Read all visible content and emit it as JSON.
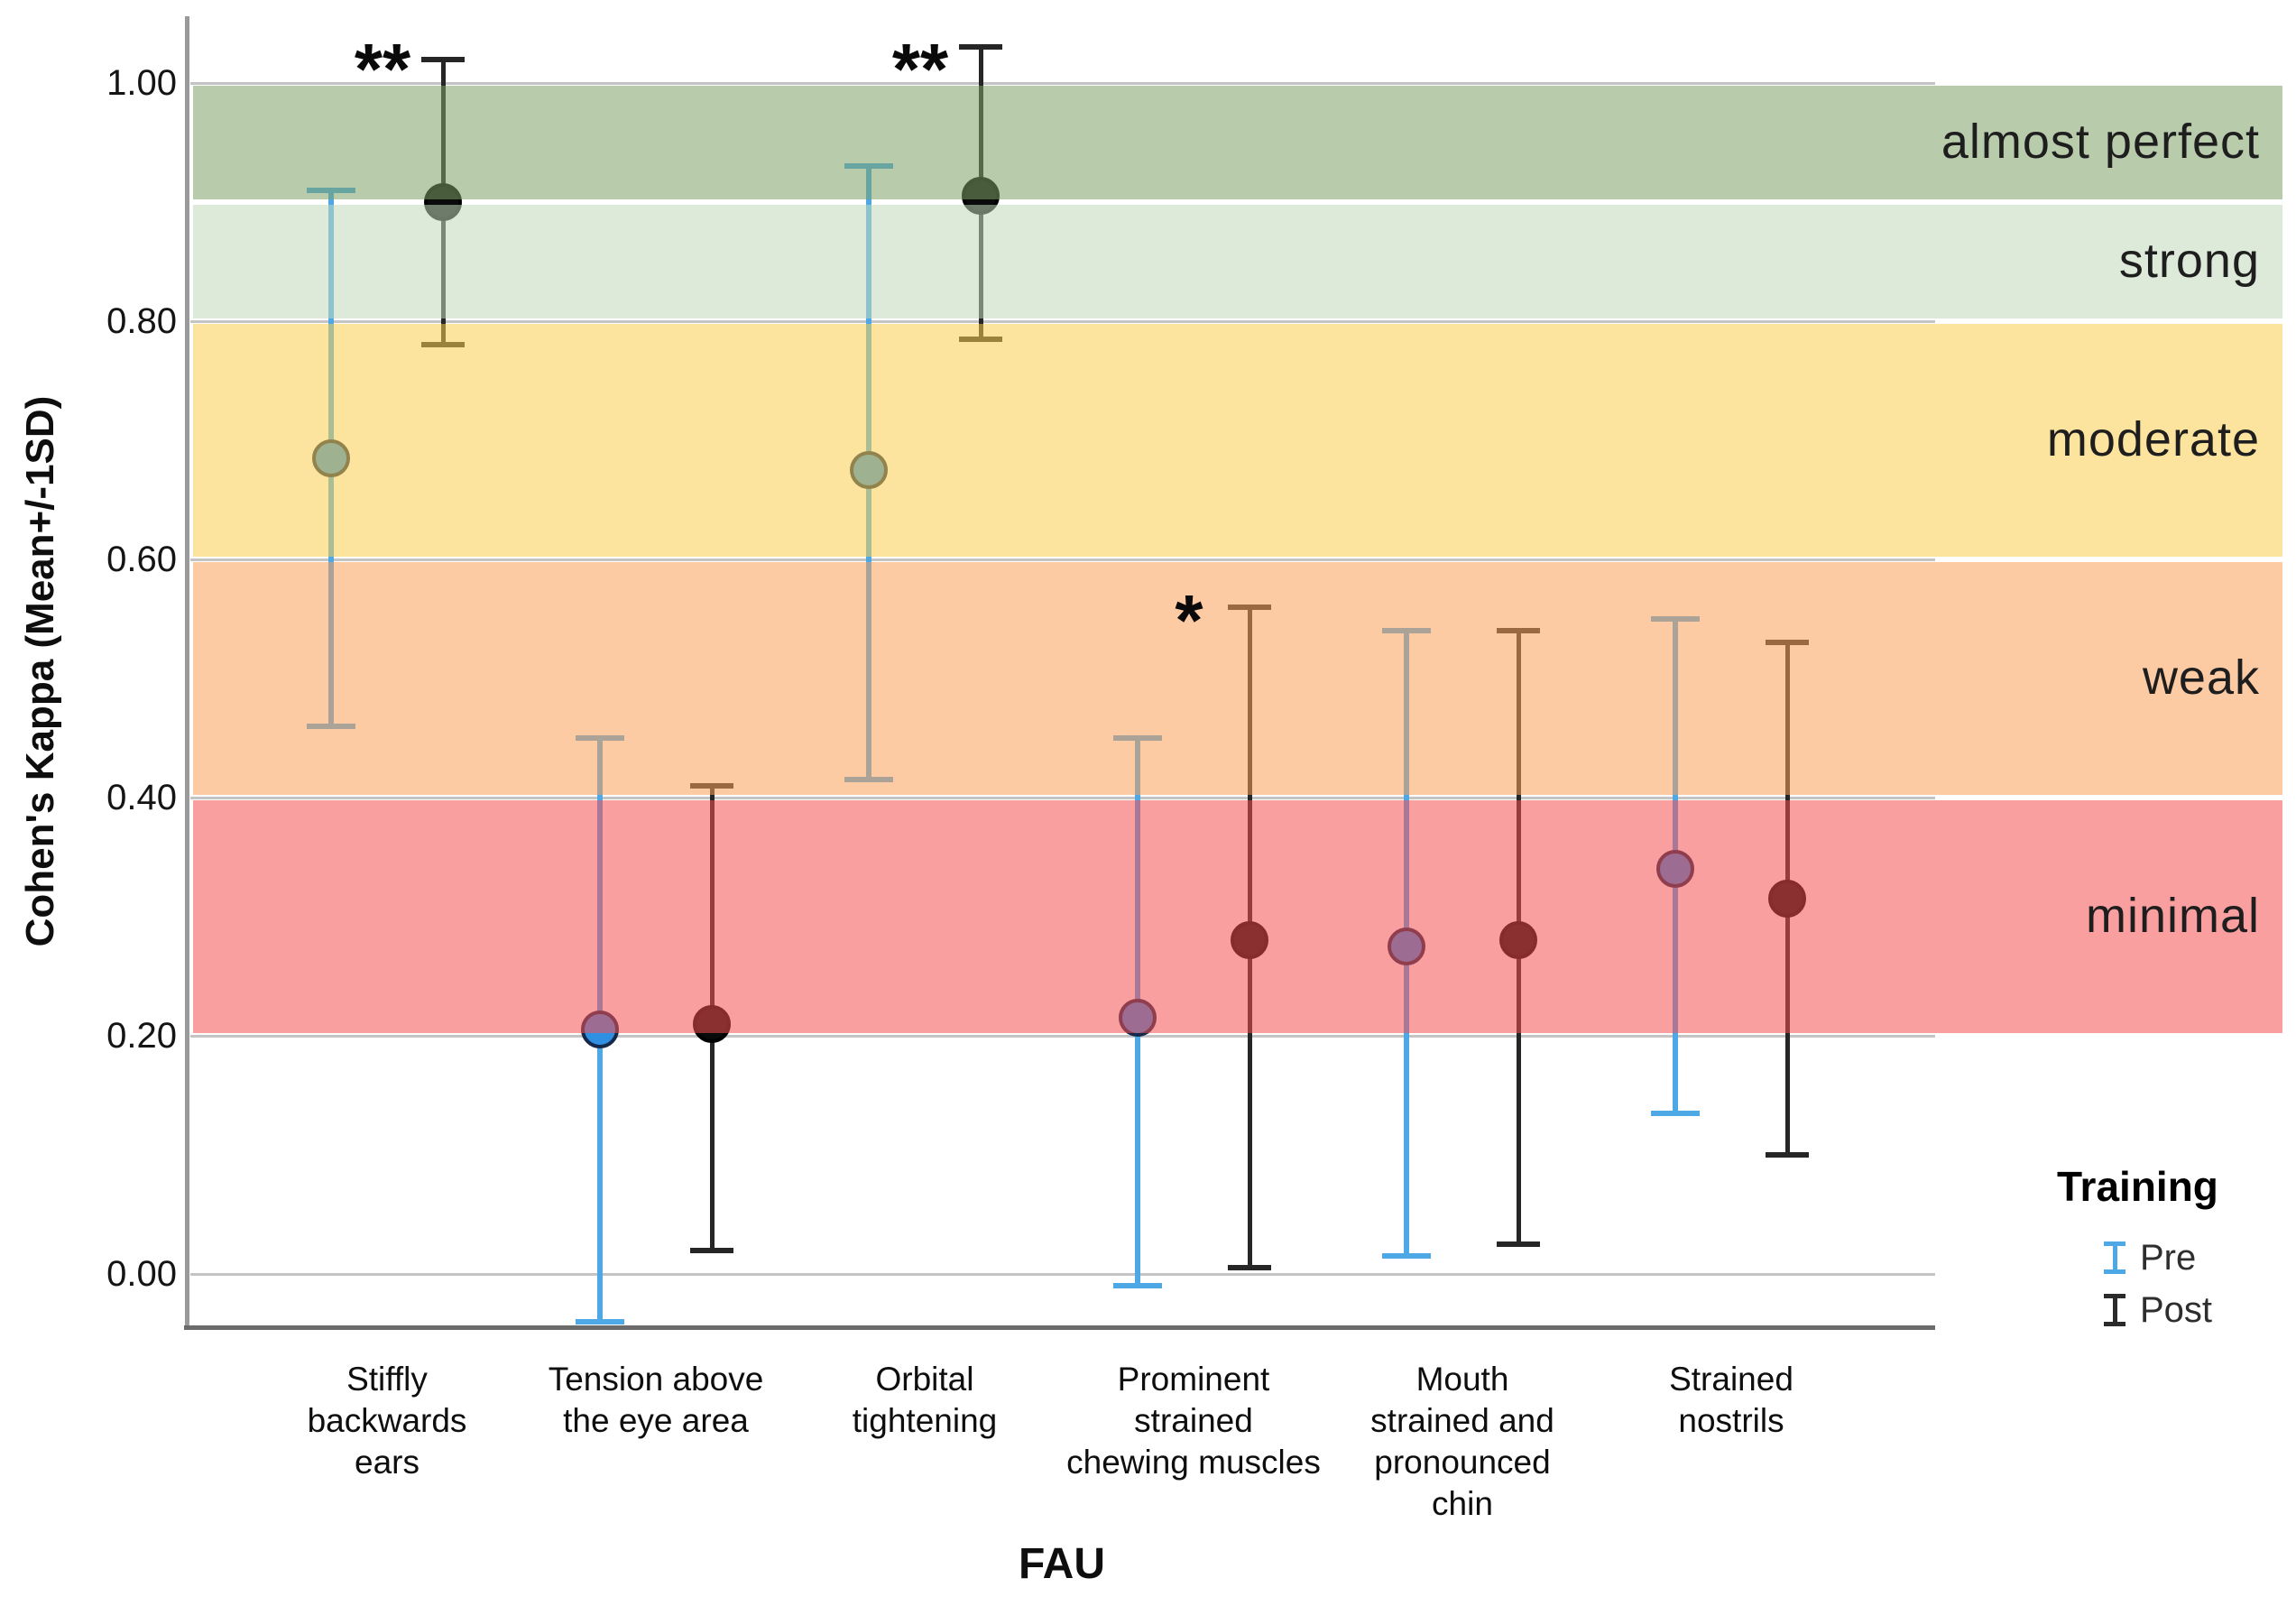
{
  "chart_data": {
    "type": "errorbar",
    "title": "",
    "xlabel": "FAU",
    "ylabel": "Cohen's Kappa (Mean+/-1SD)",
    "ylim": [
      -0.05,
      1.05
    ],
    "grid": "horizontal-only",
    "yticks": [
      {
        "label": "1.00",
        "value": 1.0
      },
      {
        "label": "0.80",
        "value": 0.8
      },
      {
        "label": "0.60",
        "value": 0.6
      },
      {
        "label": "0.40",
        "value": 0.4
      },
      {
        "label": "0.20",
        "value": 0.2
      },
      {
        "label": "0.00",
        "value": 0.0
      }
    ],
    "categories": [
      "Stiffly\nbackwards\nears",
      "Tension above\nthe eye area",
      "Orbital\ntightening",
      "Prominent\nstrained\nchewing muscles",
      "Mouth\nstrained and\npronounced\nchin",
      "Strained\nnostrils"
    ],
    "series": [
      {
        "name": "Pre",
        "bar_color": "#4FA8E6",
        "marker_fill": "#2F8FE0",
        "marker_border": "#16294A",
        "means": [
          0.685,
          0.205,
          0.675,
          0.215,
          0.275,
          0.34
        ],
        "upper": [
          0.91,
          0.45,
          0.93,
          0.45,
          0.54,
          0.55
        ],
        "lower": [
          0.46,
          -0.04,
          0.415,
          -0.01,
          0.015,
          0.135
        ]
      },
      {
        "name": "Post",
        "bar_color": "#262626",
        "marker_fill": "#0A0A0A",
        "marker_border": "#000000",
        "means": [
          0.9,
          0.21,
          0.905,
          0.28,
          0.28,
          0.315
        ],
        "upper": [
          1.02,
          0.41,
          1.03,
          0.56,
          0.54,
          0.53
        ],
        "lower": [
          0.78,
          0.02,
          0.785,
          0.005,
          0.025,
          0.1
        ]
      }
    ],
    "significance": [
      {
        "category_index": 0,
        "text": "**",
        "value": 1.025
      },
      {
        "category_index": 2,
        "text": "**",
        "value": 1.025
      },
      {
        "category_index": 3,
        "text": "*",
        "value": 0.562
      }
    ],
    "bands": [
      {
        "label": "almost perfect",
        "from": 0.9,
        "to": 1.0,
        "fill": "#B8CCAC",
        "overlay": "rgba(126,162,104,0.55)"
      },
      {
        "label": "strong",
        "from": 0.8,
        "to": 0.9,
        "fill": "#DEEAD9",
        "overlay": "rgba(195,217,186,0.55)"
      },
      {
        "label": "moderate",
        "from": 0.6,
        "to": 0.8,
        "fill": "#FCE49E",
        "overlay": "rgba(250,206,79,0.55)"
      },
      {
        "label": "weak",
        "from": 0.4,
        "to": 0.6,
        "fill": "#FCCAA3",
        "overlay": "rgba(250,159,88,0.55)"
      },
      {
        "label": "minimal",
        "from": 0.2,
        "to": 0.4,
        "fill": "#FA9FA0",
        "overlay": "rgba(246,80,82,0.55)"
      }
    ],
    "legend": {
      "title": "Training",
      "position": "bottom-right",
      "items": [
        {
          "label": "Pre",
          "color": "#4FA8E6"
        },
        {
          "label": "Post",
          "color": "#2B2B2B"
        }
      ]
    }
  }
}
